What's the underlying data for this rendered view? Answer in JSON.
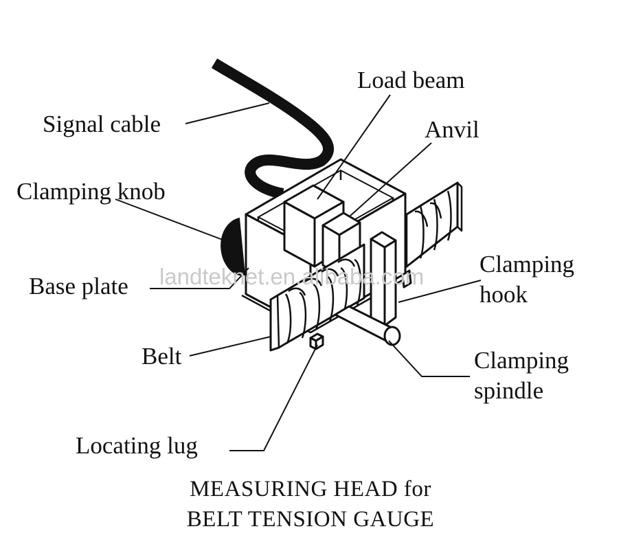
{
  "labels": {
    "signal_cable": "Signal cable",
    "load_beam": "Load beam",
    "anvil": "Anvil",
    "clamping_knob": "Clamping knob",
    "base_plate": "Base plate",
    "clamping_hook_1": "Clamping",
    "clamping_hook_2": "hook",
    "belt": "Belt",
    "clamping_spindle_1": "Clamping",
    "clamping_spindle_2": "spindle",
    "locating_lug": "Locating lug"
  },
  "title": {
    "line1": "MEASURING HEAD for",
    "line2": "BELT TENSION GAUGE"
  },
  "watermark": "landteknet.en.alibaba.com",
  "colors": {
    "ink": "#111111",
    "background": "#ffffff",
    "watermark": "#c9c9c9"
  }
}
